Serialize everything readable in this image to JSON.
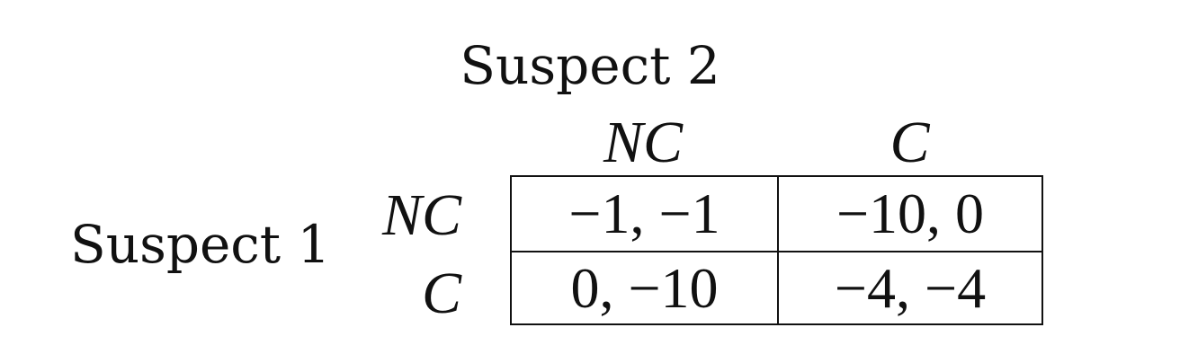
{
  "players": {
    "column": "Suspect 2",
    "row": "Suspect 1"
  },
  "strategies": {
    "columns": [
      "NC",
      "C"
    ],
    "rows": [
      "NC",
      "C"
    ]
  },
  "payoffs": [
    [
      "−1, −1",
      "−10, 0"
    ],
    [
      "0, −10",
      "−4, −4"
    ]
  ]
}
